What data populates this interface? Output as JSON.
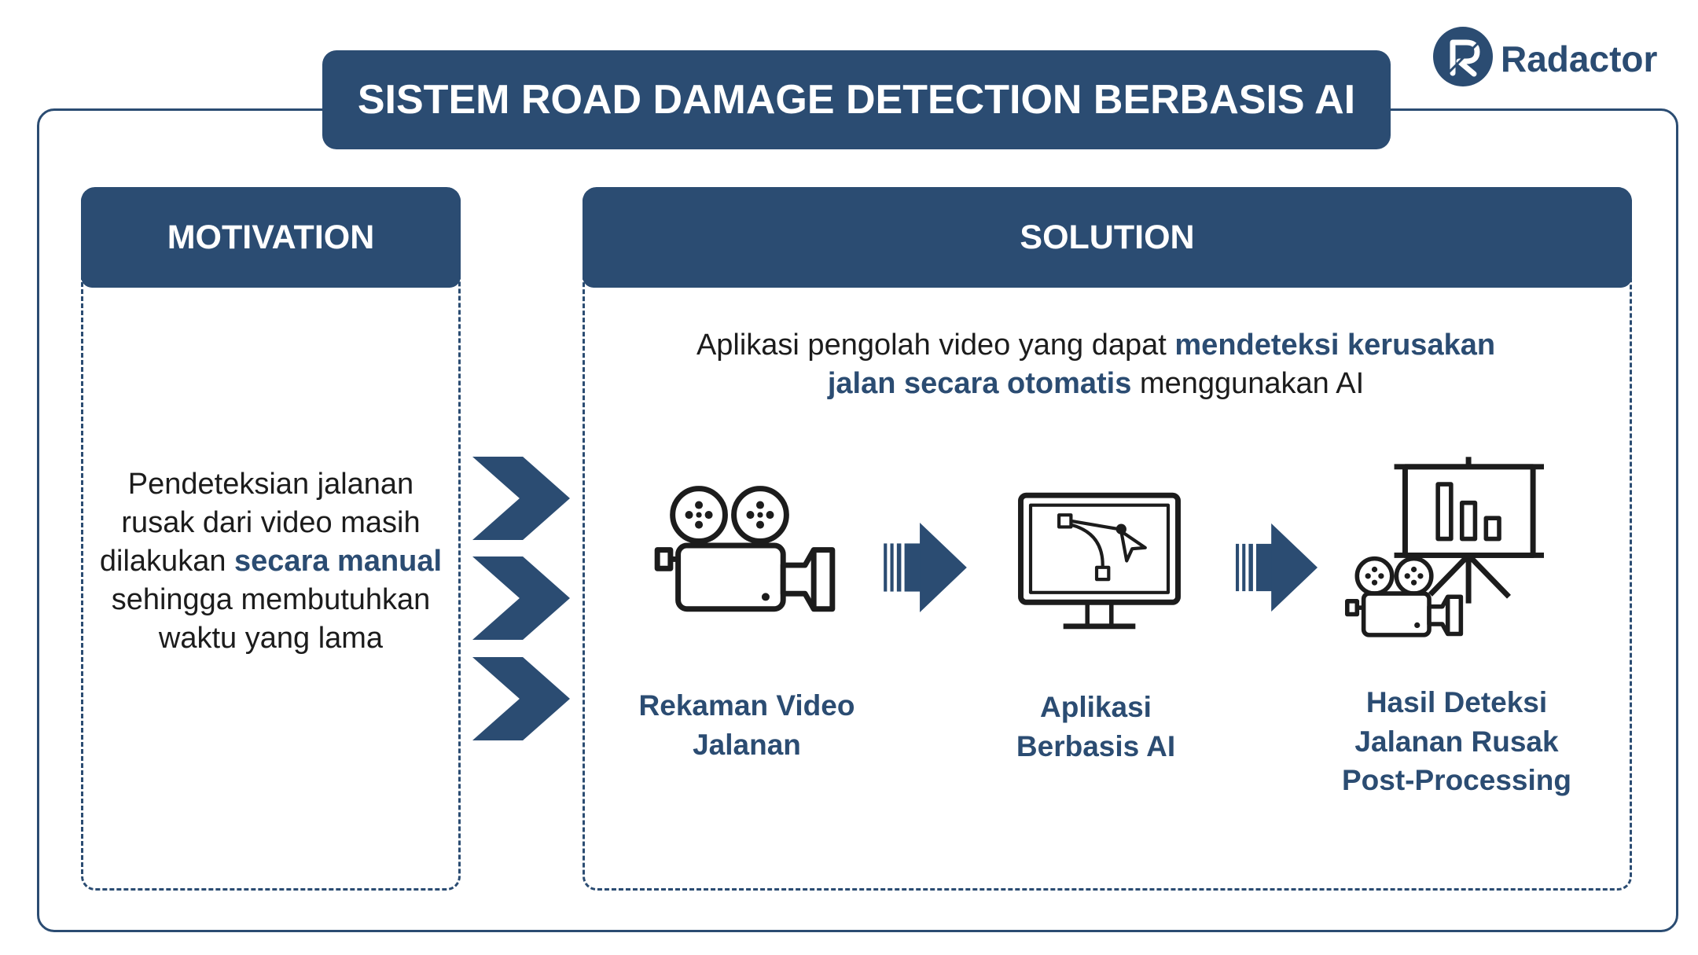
{
  "title": "SISTEM ROAD DAMAGE DETECTION BERBASIS AI",
  "logo": {
    "text": "Radactor",
    "icon": "radactor-logo-icon"
  },
  "colors": {
    "primary": "#2b4c72",
    "text": "#1c1c1c",
    "background": "#ffffff"
  },
  "connector_icon": "chevron-right-icon",
  "motivation": {
    "heading": "MOTIVATION",
    "body": [
      {
        "text": "Pendeteksian jalanan"
      },
      {
        "text": "rusak dari video masih"
      },
      {
        "text": "dilakukan",
        "emphasis": "secara manual"
      },
      {
        "text": "sehingga membutuhkan"
      },
      {
        "text": "waktu yang lama"
      }
    ]
  },
  "solution": {
    "heading": "SOLUTION",
    "description": [
      {
        "text": "Aplikasi pengolah video yang dapat",
        "emphasis": "mendeteksi kerusakan"
      },
      {
        "emphasis": "jalan secara otomatis",
        "text": "menggunakan AI"
      }
    ],
    "flow_icon": "right-arrow-icon",
    "steps": [
      {
        "icon": "movie-camera-icon",
        "label": [
          "Rekaman Video",
          "Jalanan"
        ]
      },
      {
        "icon": "monitor-pen-tool-icon",
        "label": [
          "Aplikasi",
          "Berbasis AI"
        ]
      },
      {
        "icon": "presentation-chart-camera-icon",
        "label": [
          "Hasil Deteksi",
          "Jalanan Rusak",
          "Post-Processing"
        ]
      }
    ]
  }
}
